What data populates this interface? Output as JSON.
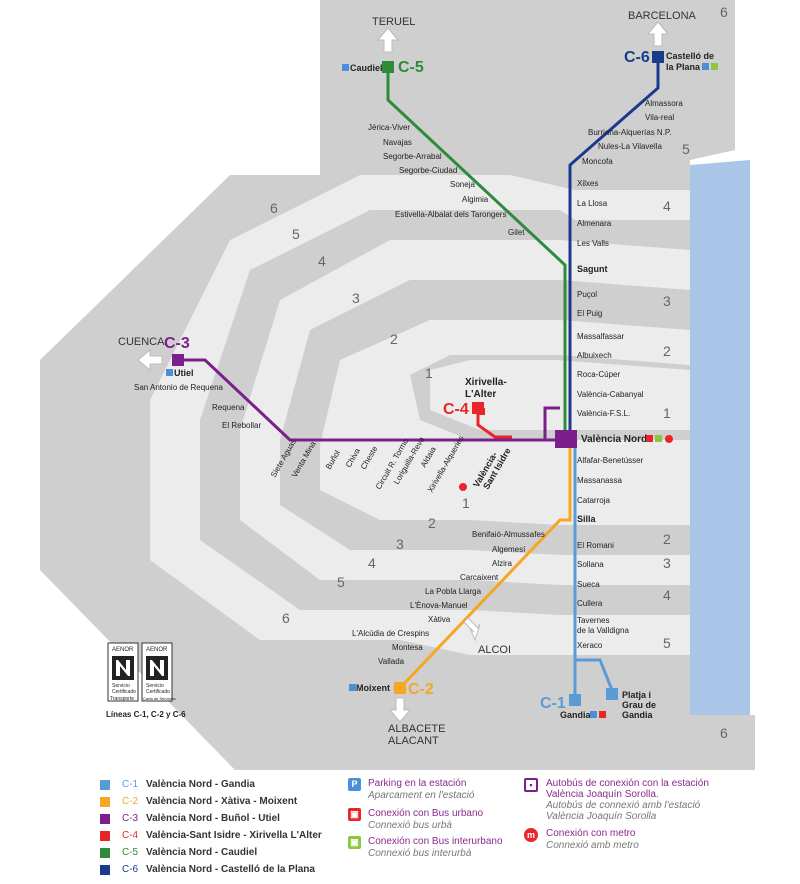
{
  "colors": {
    "c1": "#5b9bd5",
    "c2": "#f5a623",
    "c3": "#7b1f8c",
    "c4": "#e8262a",
    "c5": "#2e8b3a",
    "c6": "#1a3a8c",
    "zone_dark": "#cfcfcf",
    "zone_light": "#ececec",
    "sea": "#a9c5e8",
    "parking": "#4a90d9",
    "bus_urban": "#e8262a",
    "bus_inter": "#8cc63f",
    "metro": "#e8262a",
    "sorolla": "#7b1f8c"
  },
  "destinations": {
    "teruel": "TERUEL",
    "barcelona": "BARCELONA",
    "cuenca": "CUENCA",
    "alcoi": "ALCOI",
    "albacete": "ALBACETE",
    "alacant": "ALACANT"
  },
  "line_codes": {
    "c1": "C-1",
    "c2": "C-2",
    "c3": "C-3",
    "c4": "C-4",
    "c5": "C-5",
    "c6": "C-6"
  },
  "zones": {
    "z1a": "1",
    "z1b": "1",
    "z1c": "1",
    "z2a": "2",
    "z2b": "2",
    "z2c": "2",
    "z2d": "2",
    "z3a": "3",
    "z3b": "3",
    "z3c": "3",
    "z3d": "3",
    "z4a": "4",
    "z4b": "4",
    "z4c": "4",
    "z4d": "4",
    "z5a": "5",
    "z5b": "5",
    "z5c": "5",
    "z5d": "5",
    "z6a": "6",
    "z6b": "6",
    "z6c": "6",
    "z6d": "6"
  },
  "stations": {
    "caudiel": "Caudiel",
    "jerica": "Jérica-Viver",
    "navajas": "Navajas",
    "segorbe_arrabal": "Segorbe-Arrabal",
    "segorbe_ciudad": "Segorbe-Ciudad",
    "soneja": "Soneja",
    "algimia": "Algimia",
    "estivella": "Estivella-Albalat dels Tarongers",
    "gilet": "Gilet",
    "castello": "Castelló de",
    "castello2": "la Plana",
    "almassora": "Almassora",
    "vilareal": "Vila-real",
    "burriana": "Burriana-Alquerías N.P.",
    "nules": "Nules-La Vilavella",
    "moncofa": "Moncofa",
    "xilxes": "Xilxes",
    "lallosa": "La Llosa",
    "almenara": "Almenara",
    "lesvalls": "Les Valls",
    "sagunt": "Sagunt",
    "pucol": "Puçol",
    "elpuig": "El Puig",
    "massalfassar": "Massalfassar",
    "albuixech": "Albuixech",
    "rocacuper": "Roca-Cúper",
    "cabanyal": "València-Cabanyal",
    "fsl": "València-F.S.L.",
    "nord": "València Nord",
    "alfafar": "Alfafar-Benetússer",
    "massanassa": "Massanassa",
    "catarroja": "Catarroja",
    "silla": "Silla",
    "elromani": "El Romani",
    "sollana": "Sollana",
    "sueca": "Sueca",
    "cullera": "Cullera",
    "tavernes": "Tavernes",
    "tavernes2": "de la Valldigna",
    "xeraco": "Xeraco",
    "gandia": "Gandia",
    "platja": "Platja i",
    "platja2": "Grau de",
    "platja3": "Gandia",
    "benifaio": "Benifaió-Almussafes",
    "algemesi": "Algemesí",
    "alzira": "Alzira",
    "carcaixent": "Carcaixent",
    "poblallarga": "La Pobla Llarga",
    "enova": "L'Ènova-Manuel",
    "xativa": "Xàtiva",
    "alcudia": "L'Alcúdia de Crespins",
    "montesa": "Montesa",
    "vallada": "Vallada",
    "moixent": "Moixent",
    "utiel": "Utiel",
    "sanantonio": "San Antonio de Requena",
    "requena": "Requena",
    "rebollar": "El Rebollar",
    "sieteaguas": "Siete Aguas",
    "ventamina": "Venta Mina",
    "bunol": "Buñol",
    "chiva": "Chiva",
    "cheste": "Cheste",
    "circuit": "Circuit R. Tormo",
    "loriguilla": "Loriguilla-Reva",
    "aldaia": "Aldaia",
    "xirivella_alq": "Xirivella-Alqueries",
    "xirivella": "Xirivella-",
    "xirivella2": "L'Alter",
    "santisidre": "València-",
    "santisidre2": "Sant Isidre"
  },
  "aenor": {
    "name": "AENOR",
    "sub1": "Servicio",
    "sub2": "Certificado",
    "tag1": "Transporte",
    "tag2": "Carta de Servicios",
    "caption": "Líneas C-1, C-2 y C-6"
  },
  "legend": {
    "lines": [
      {
        "code": "C-1",
        "name": "València Nord - Gandia"
      },
      {
        "code": "C-2",
        "name": "València Nord - Xàtiva - Moixent"
      },
      {
        "code": "C-3",
        "name": "València Nord - Buñol - Utiel"
      },
      {
        "code": "C-4",
        "name": "València-Sant Isidre - Xirivella L'Alter"
      },
      {
        "code": "C-5",
        "name": "València Nord - Caudiel"
      },
      {
        "code": "C-6",
        "name": "València Nord - Castelló de la Plana"
      }
    ],
    "parking": {
      "title": "Parking en la estación",
      "sub": "Aparcament en l'estació",
      "glyph": "P"
    },
    "bus_urban": {
      "title": "Conexión con Bus urbano",
      "sub": "Connexió bus urbà"
    },
    "bus_inter": {
      "title": "Conexión con Bus interurbano",
      "sub": "Connexió bus interurbà"
    },
    "sorolla": {
      "title1": "Autobús de conexión con la estación",
      "title2": "València Joaquín Sorolla.",
      "sub1": "Autobús de connexió amb l'estació",
      "sub2": "València Joaquín Sorolla"
    },
    "metro": {
      "title": "Conexión con metro",
      "sub": "Connexió amb metro",
      "glyph": "m"
    }
  }
}
